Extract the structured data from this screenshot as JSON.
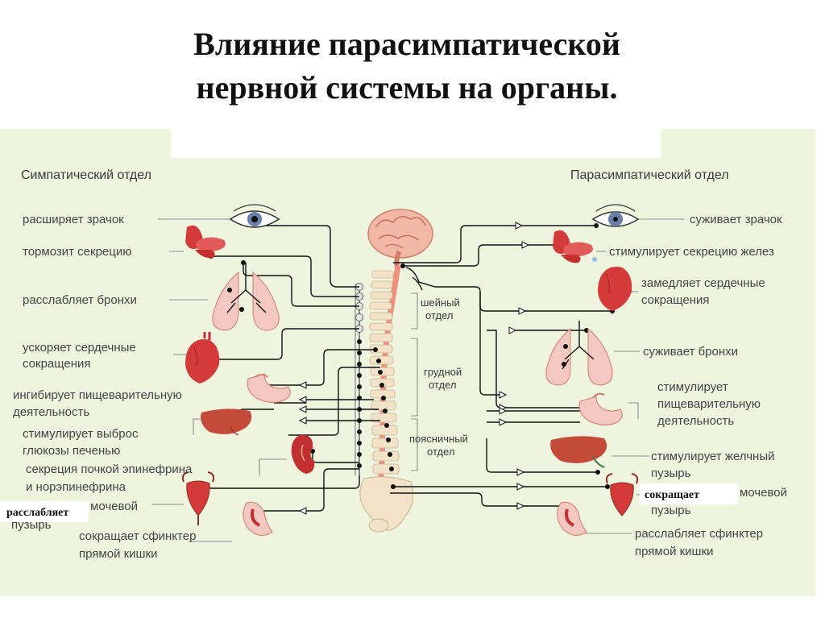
{
  "title": {
    "line1": "Влияние парасимпатической",
    "line2": "нервной системы на органы."
  },
  "diagram": {
    "background": "#eef4dd",
    "organ_color": "#d53a3a",
    "sympathetic": {
      "heading": "Симпатический отдел",
      "labels": [
        "расширяет зрачок",
        "тормозит секрецию",
        "расслабляет бронхи",
        "ускоряет сердечные",
        "сокращения",
        "ингибирует пищеварительную",
        "деятельность",
        "стимулирует выброс",
        "глюкозы печенью",
        "секреция почкой эпинефрина",
        "и норэпинефрина",
        "мочевой",
        "пузырь",
        "сокращает сфинктер",
        "прямой кишки"
      ],
      "overlay_label": "расслабляет"
    },
    "parasympathetic": {
      "heading": "Парасимпатический отдел",
      "labels": [
        "суживает зрачок",
        "стимулирует секрецию желез",
        "замедляет сердечные",
        "сокращения",
        "суживает бронхи",
        "стимулирует",
        "пищеварительную",
        "деятельность",
        "стимулирует желчный",
        "пузырь",
        "мочевой",
        "пузырь",
        "расслабляет сфинктер",
        "прямой кишки"
      ],
      "overlay_label": "сокращает"
    },
    "spine_sections": {
      "cervical": [
        "шейный",
        "отдел"
      ],
      "thoracic": [
        "грудной",
        "отдел"
      ],
      "lumbar": [
        "поясничный",
        "отдел"
      ]
    }
  }
}
